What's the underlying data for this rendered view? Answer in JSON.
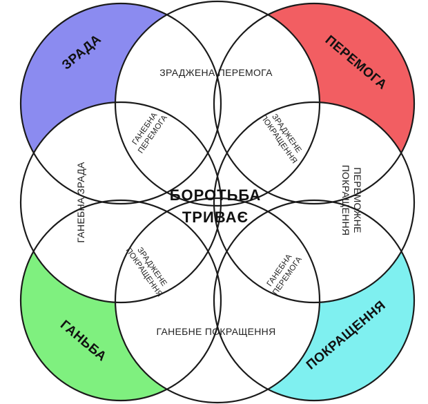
{
  "colors": {
    "top_left": "#8b8bf0",
    "top_right": "#f25e62",
    "bottom_left": "#7ff07f",
    "bottom_right": "#7ff0f0"
  },
  "labels": {
    "top_left": "ЗРАДА",
    "top_right": "ПЕРЕМОГА",
    "bottom_left": "ГАНЬБА",
    "bottom_right": "ПОКРАЩЕННЯ",
    "top": "ЗРАДЖЕНА ПЕРЕМОГА",
    "left": "ГАНЕБНА ЗРАДА",
    "right_1": "ПЕРЕМОЖНЕ",
    "right_2": "ПОКРАЩЕННЯ",
    "bottom": "ГАНЕБНЕ ПОКРАЩЕННЯ",
    "inner_tl_1": "ГАНЕБНА",
    "inner_tl_2": "ПЕРЕМОГА",
    "inner_tr_1": "ЗРАДЖЕНЕ",
    "inner_tr_2": "ПОКРАЩЕННЯ",
    "inner_bl_1": "ЗРАДЖЕНЕ",
    "inner_bl_2": "ПОКРАЩЕННЯ",
    "inner_br_1": "ГАНЕБНА",
    "inner_br_2": "ПЕРЕМОГА",
    "center_1": "БОРОТЬБА",
    "center_2": "ТРИВАЄ"
  }
}
